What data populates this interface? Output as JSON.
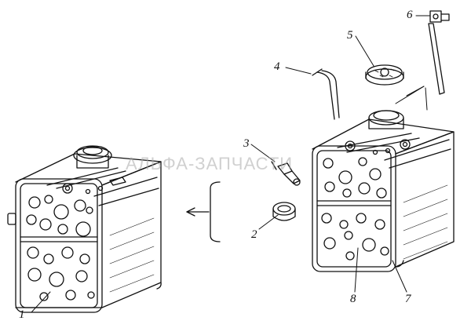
{
  "diagram": {
    "watermark": "АЛЬФА-ЗАПЧАСТИ",
    "callouts": [
      {
        "id": "1",
        "text": "1"
      },
      {
        "id": "2",
        "text": "2"
      },
      {
        "id": "3",
        "text": "3"
      },
      {
        "id": "4",
        "text": "4"
      },
      {
        "id": "5",
        "text": "5"
      },
      {
        "id": "6",
        "text": "6"
      },
      {
        "id": "7",
        "text": "7"
      },
      {
        "id": "8",
        "text": "8"
      }
    ],
    "colors": {
      "ink": "#111111",
      "paper": "#ffffff",
      "watermark": "#aaaaaa"
    }
  }
}
